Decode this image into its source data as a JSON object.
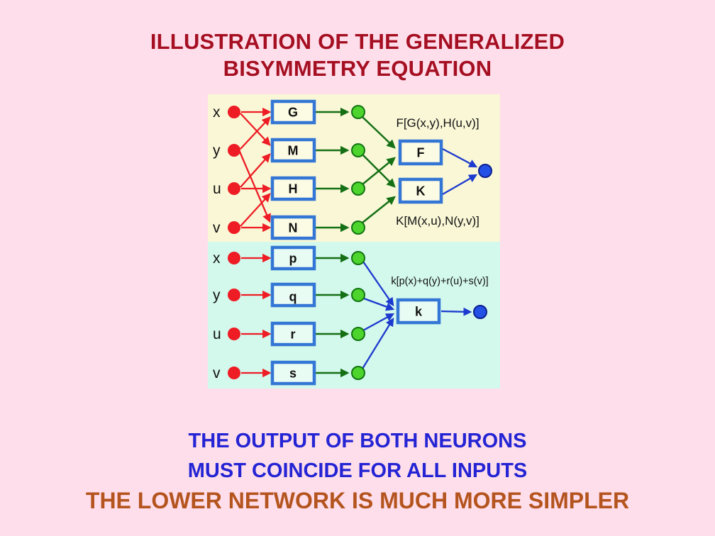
{
  "title": {
    "line1": "ILLUSTRATION OF THE GENERALIZED",
    "line2": "BISYMMETRY EQUATION",
    "color": "#a50f22"
  },
  "diagram": {
    "upper_panel": {
      "bg": "#f9f7d6",
      "inputs": [
        "x",
        "y",
        "u",
        "v"
      ],
      "boxes": [
        "G",
        "M",
        "H",
        "N"
      ],
      "outputs": [
        "F",
        "K"
      ],
      "formula_top": "F[G(x,y),H(u,v)]",
      "formula_bottom": "K[M(x,u),N(y,v)]"
    },
    "lower_panel": {
      "bg": "#d3f8ec",
      "inputs": [
        "x",
        "y",
        "u",
        "v"
      ],
      "boxes": [
        "p",
        "q",
        "r",
        "s"
      ],
      "output": "k",
      "formula": "k[p(x)+q(y)+r(u)+s(v)]"
    },
    "colors": {
      "input_node": "#ee1c24",
      "red_arrow": "#ee1c24",
      "hidden_node_fill": "#4dd42d",
      "hidden_node_stroke": "#127512",
      "green_arrow": "#157015",
      "blue_arrow": "#1c3ace",
      "output_node_fill": "#2351e5",
      "output_node_stroke": "#0c1f90",
      "box_border": "#3376d5"
    }
  },
  "footer": {
    "line1": "THE OUTPUT OF BOTH NEURONS",
    "line2": "MUST COINCIDE FOR ALL INPUTS",
    "line3": "THE LOWER NETWORK IS MUCH MORE SIMPLER",
    "blue_color": "#2424d4",
    "orange_color": "#b4541e"
  },
  "page": {
    "background": "#ffdeeb"
  }
}
